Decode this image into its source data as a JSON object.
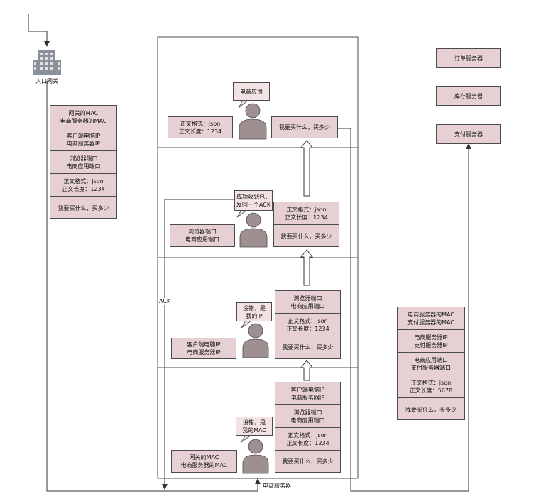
{
  "gateway": {
    "label": "入口网关"
  },
  "left_stack": [
    "网关的MAC\n电商服务器的MAC",
    "客户端电脑IP\n电商服务器IP",
    "浏览器端口\n电商应用端口",
    "正文格式：json\n正文长度：1234",
    "我要买什么，买多少"
  ],
  "servers": {
    "order": "订单服务器",
    "stock": "库存服务器",
    "payment": "支付服务器"
  },
  "server_label": "电商服务器",
  "ack_label": "ACK",
  "layer1": {
    "bubble": "电商应用",
    "left_box": "正文格式：json\n正文长度：1234",
    "right_box": "我要买什么，买多少"
  },
  "layer2": {
    "bubble": "成功收到包，\n发回一个ACK",
    "left_box": "浏览器端口\n电商应用端口",
    "stack": [
      "正文格式：json\n正文长度：1234",
      "我要买什么，买多少"
    ]
  },
  "layer3": {
    "bubble": "没错，是\n我的IP",
    "left_box": "客户端电脑IP\n电商服务器IP",
    "stack": [
      "浏览器端口\n电商应用端口",
      "正文格式：json\n正文长度：1234",
      "我要买什么，买多少"
    ]
  },
  "layer4": {
    "bubble": "没错，是\n我的MAC",
    "left_box": "网关的MAC\n电商服务器的MAC",
    "stack": [
      "客户端电脑IP\n电商服务器IP",
      "浏览器端口\n电商应用端口",
      "正文格式：json\n正文长度：1234",
      "我要买什么，买多少"
    ]
  },
  "right_stack": [
    "电商服务器的MAC\n支付服务器的MAC",
    "电商服务器IP\n支付服务器IP",
    "电商应用端口\n支付服务器端口",
    "正文格式：json\n正文长度：5678",
    "我要买什么，买多少"
  ],
  "colors": {
    "fill": "#e6d0d3",
    "person": "#9e8f91",
    "line": "#4b4b4b",
    "building": "#8a9199"
  }
}
